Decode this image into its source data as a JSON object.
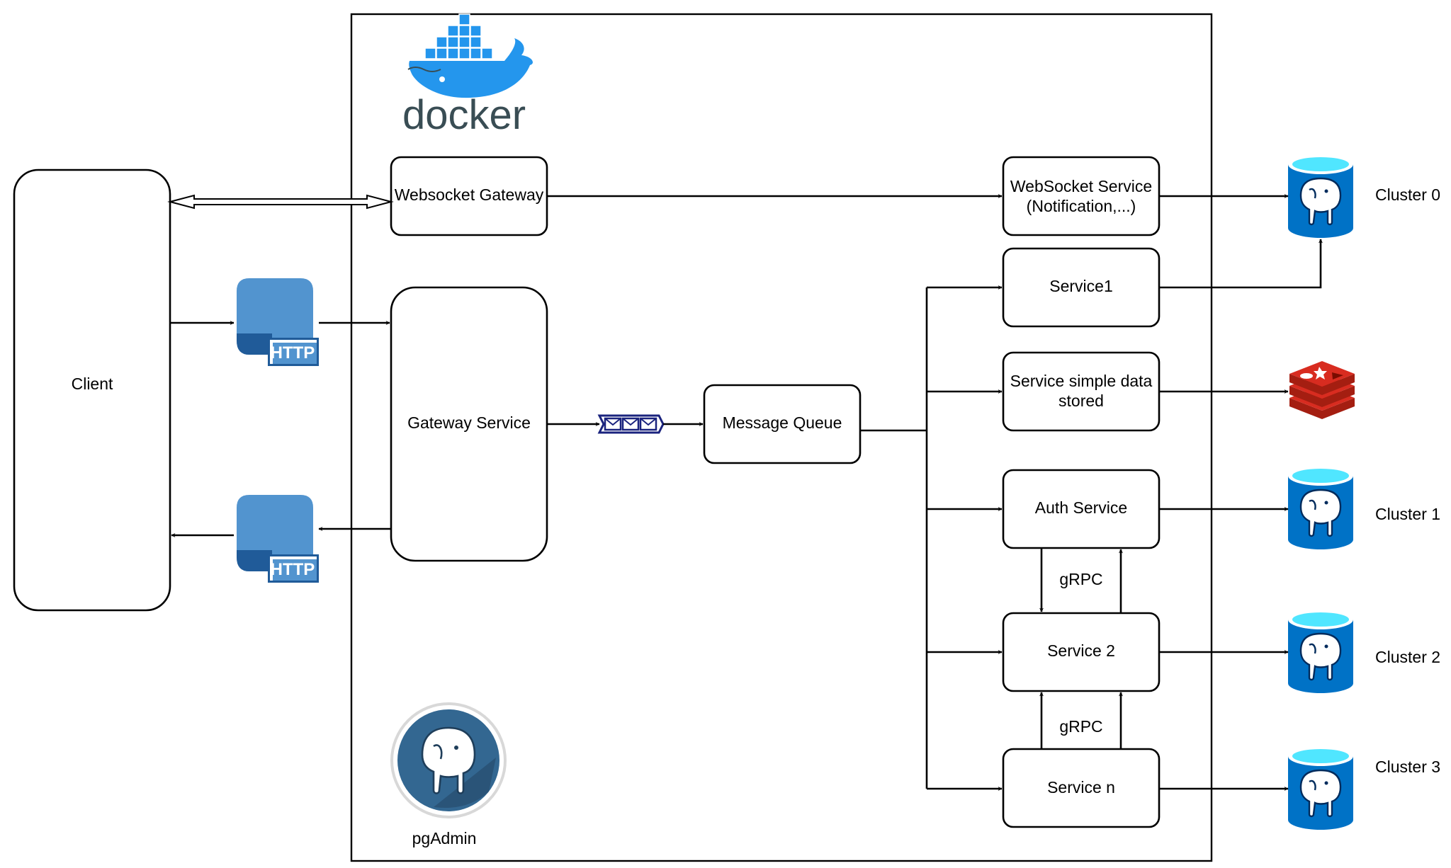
{
  "colors": {
    "docker_blue": "#2496ed",
    "docker_dark": "#394d54",
    "http_blue": "#5294cf",
    "http_dark": "#205b99",
    "postgres_blue": "#0072c6",
    "postgres_cyan": "#50e6ff",
    "redis_red": "#d82c20",
    "pgadmin_blue": "#336791",
    "queue_navy": "#1a237e"
  },
  "icons": {
    "docker": "docker-logo",
    "http": "http-icon",
    "queue": "message-queue-icon",
    "postgres": "postgresql-database-icon",
    "redis": "redis-icon",
    "pgadmin": "pgadmin-logo"
  },
  "docker": {
    "wordmark": "docker"
  },
  "client": {
    "label": "Client"
  },
  "http": {
    "badge": "HTTP"
  },
  "gateways": {
    "websocket": "Websocket Gateway",
    "gateway_service": "Gateway Service",
    "message_queue": "Message Queue"
  },
  "services": {
    "websocket_line1": "WebSocket Service",
    "websocket_line2": "(Notification,...)",
    "service1": "Service1",
    "simple_line1": "Service simple data",
    "simple_line2": "stored",
    "auth": "Auth Service",
    "service2": "Service 2",
    "service_n": "Service n"
  },
  "edge_labels": {
    "grpc_top": "gRPC",
    "grpc_bottom": "gRPC"
  },
  "clusters": {
    "c0": "Cluster 0",
    "c1": "Cluster 1",
    "c2": "Cluster 2",
    "c3": "Cluster 3"
  },
  "pgadmin": {
    "label": "pgAdmin"
  }
}
